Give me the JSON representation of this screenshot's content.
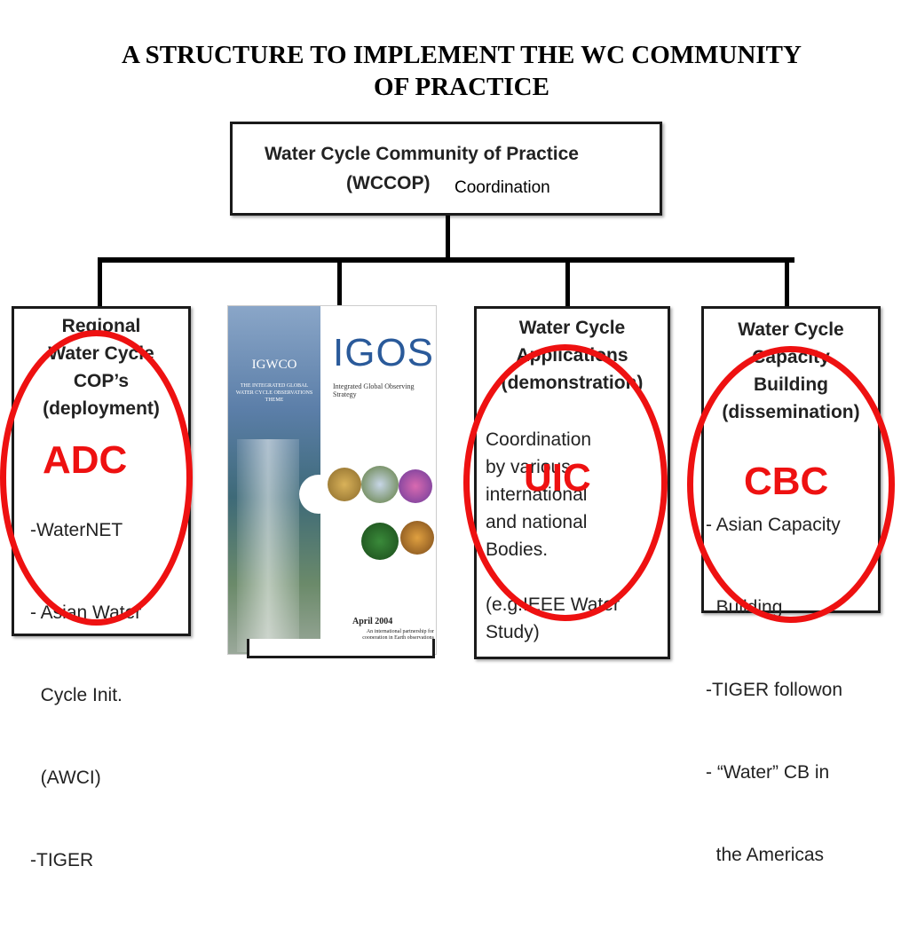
{
  "title": {
    "line1": "A STRUCTURE TO IMPLEMENT THE WC COMMUNITY",
    "line2": "OF PRACTICE"
  },
  "top_node": {
    "line1": "Water Cycle Community of Practice",
    "line2": "(WCCOP)",
    "annotation": "Coordination"
  },
  "nodes": {
    "regional": {
      "title": [
        "Regional",
        "Water Cycle",
        "COP’s",
        "(deployment)"
      ],
      "items": [
        "-WaterNET",
        "- Asian Water",
        "  Cycle Init.",
        "  (AWCI)",
        "-TIGER"
      ],
      "ring_label": "ADC"
    },
    "cover": {
      "igwco": "IGWCO",
      "igwco_sub": "THE INTEGRATED GLOBAL WATER CYCLE OBSERVATIONS THEME",
      "igos": "IGOS",
      "igos_sub": "Integrated Global Observing Strategy",
      "date": "April 2004",
      "tagline": "An international partnership for cooperation in Earth observations"
    },
    "applications": {
      "title": [
        "Water Cycle",
        "Applications",
        "(demonstration)"
      ],
      "items": [
        "Coordination",
        "by various",
        "international",
        "and national",
        "Bodies.",
        "",
        "(e.g.IEEE Water",
        "Study)"
      ],
      "ring_label": "UIC"
    },
    "capacity": {
      "title": [
        "Water Cycle",
        "Capacity",
        "Building",
        "(dissemination)"
      ],
      "items": [
        "- Asian Capacity",
        "  Building",
        "-TIGER followon",
        "- “Water” CB in",
        "  the Americas"
      ],
      "ring_label": "CBC"
    }
  },
  "colors": {
    "ring": "#ee1111",
    "line": "#000000",
    "text": "#222222"
  }
}
